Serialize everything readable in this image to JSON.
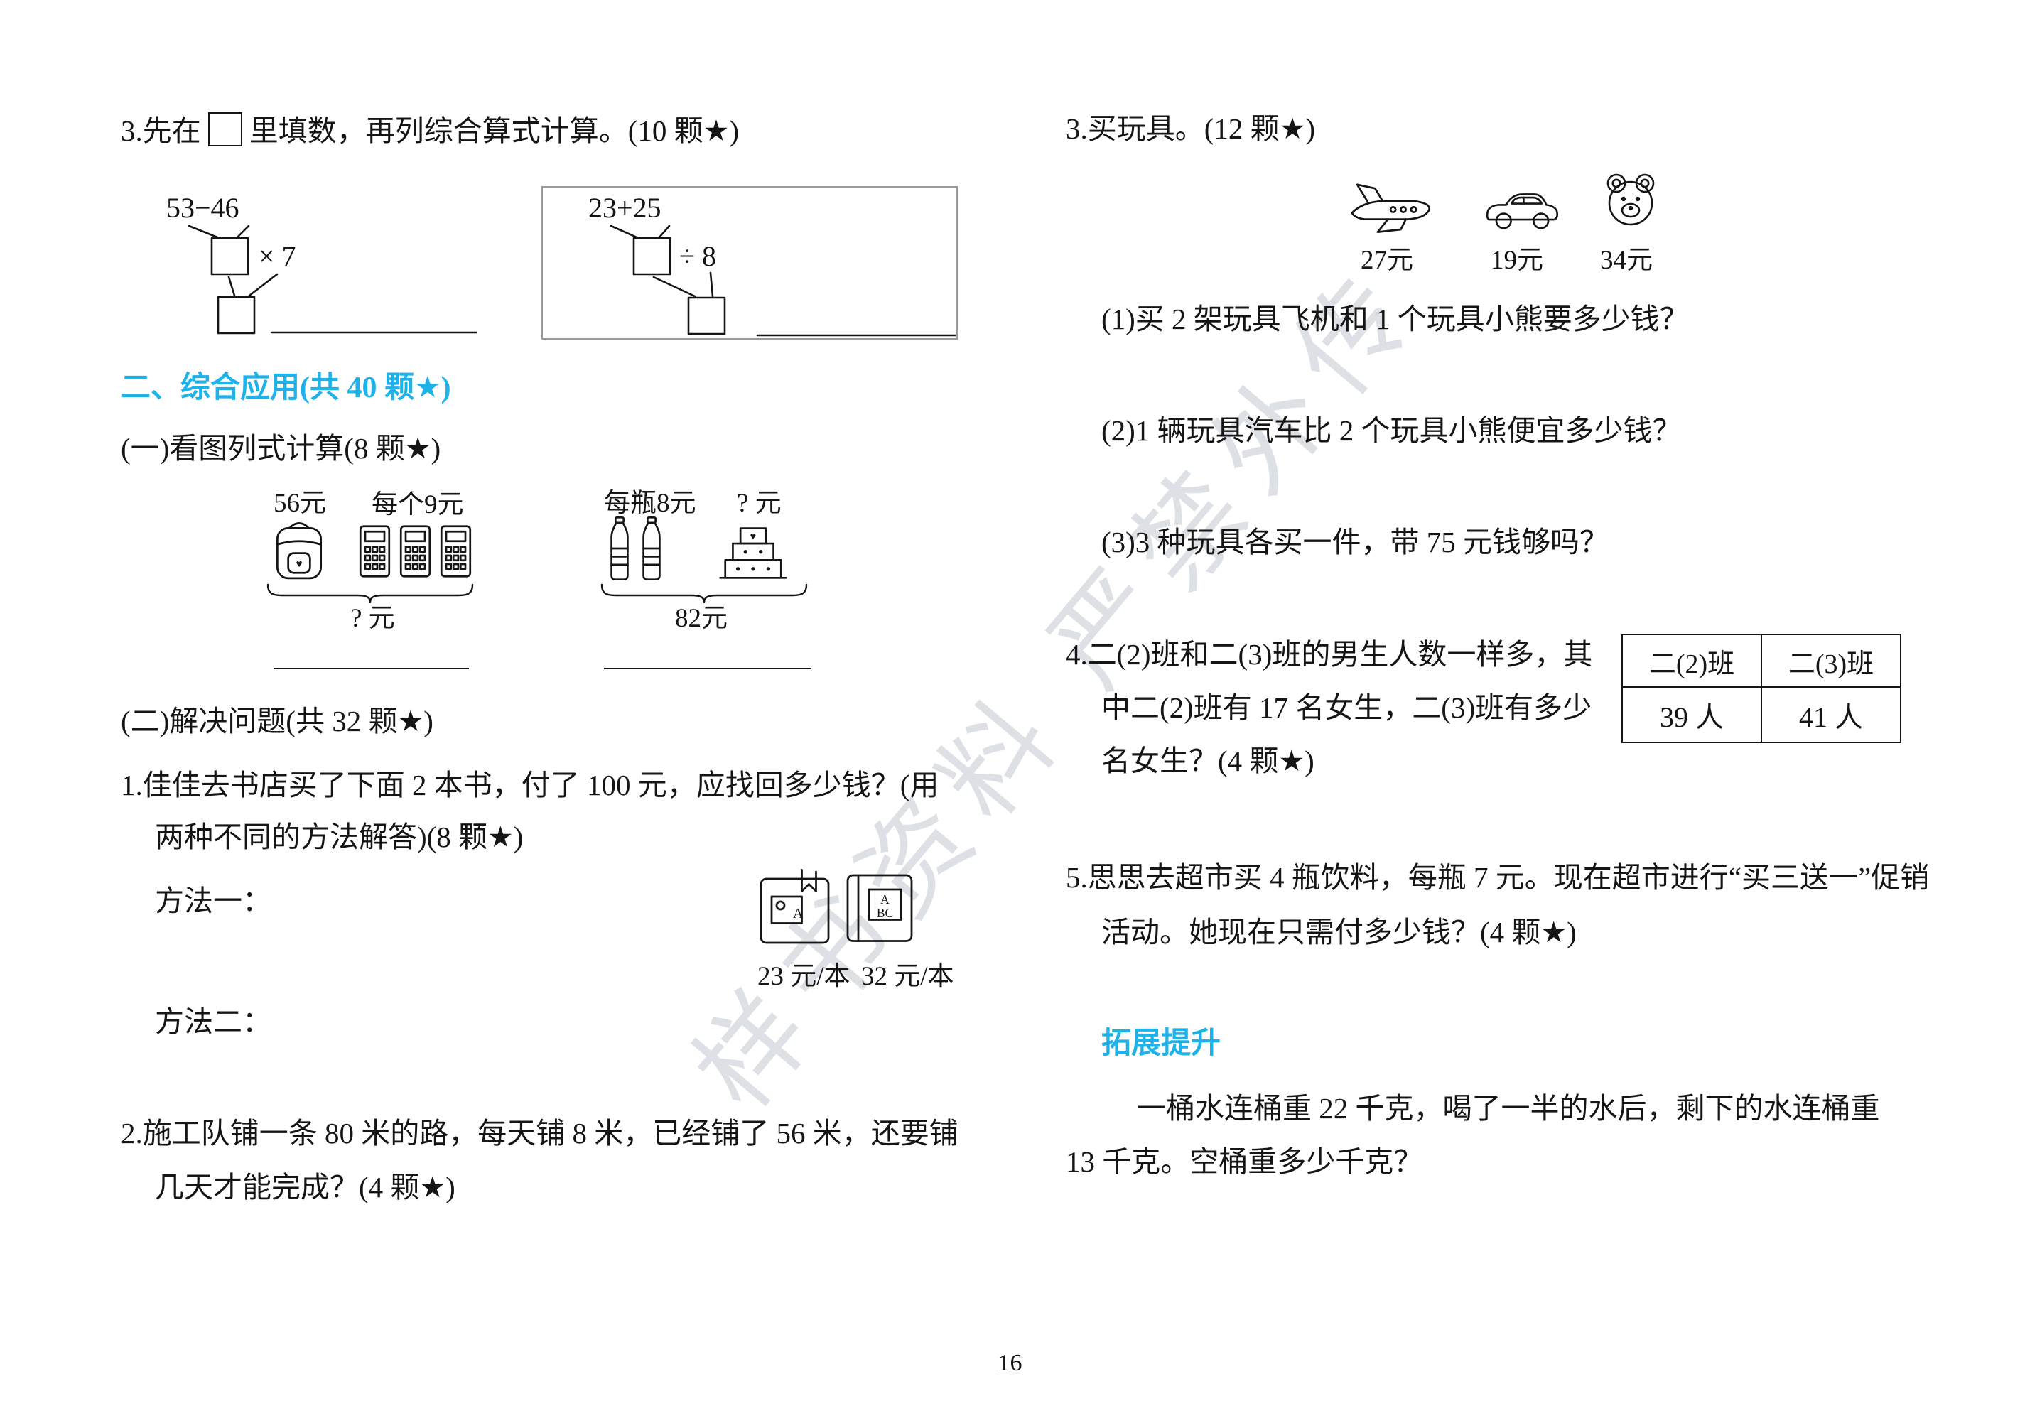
{
  "colors": {
    "accent": "#1fb2e8",
    "ink": "#151515",
    "watermark": "#ccd2d9"
  },
  "page": {
    "number": "16",
    "watermark": "样书资料 严禁外传"
  },
  "left": {
    "q3": {
      "prefix": "3.先在",
      "suffix": "里填数，再列综合算式计算。(10 颗★)",
      "d1": {
        "top": "53−46",
        "op": "× 7"
      },
      "d2": {
        "top": "23+25",
        "op": "÷ 8"
      }
    },
    "section": "二、综合应用(共 40 颗★)",
    "part1": {
      "title": "(一)看图列式计算(8 颗★)",
      "fig1": {
        "label1": "56元",
        "label2": "每个9元",
        "under": "? 元"
      },
      "fig2": {
        "label1": "每瓶8元",
        "label2": "? 元",
        "under": "82元"
      }
    },
    "part2": {
      "title": "(二)解决问题(共 32 颗★)",
      "q1": {
        "lines": [
          "1.佳佳去书店买了下面 2 本书，付了 100 元，应找回多少钱？(用",
          "两种不同的方法解答)(8 颗★)"
        ],
        "method1": "方法一：",
        "method2": "方法二：",
        "price1": "23 元/本",
        "price2": "32 元/本"
      },
      "q2": {
        "lines": [
          "2.施工队铺一条 80 米的路，每天铺 8 米，已经铺了 56 米，还要铺",
          "几天才能完成？(4 颗★)"
        ]
      }
    }
  },
  "right": {
    "q3": {
      "title": "3.买玩具。(12 颗★)",
      "prices": [
        "27元",
        "19元",
        "34元"
      ],
      "subs": [
        "(1)买 2 架玩具飞机和 1 个玩具小熊要多少钱？",
        "(2)1 辆玩具汽车比 2 个玩具小熊便宜多少钱？",
        "(3)3 种玩具各买一件，带 75 元钱够吗？"
      ]
    },
    "q4": {
      "lines": [
        "4.二(2)班和二(3)班的男生人数一样多，其",
        "中二(2)班有 17 名女生，二(3)班有多少",
        "名女生？(4 颗★)"
      ],
      "table": {
        "headers": [
          "二(2)班",
          "二(3)班"
        ],
        "values": [
          "39 人",
          "41 人"
        ]
      }
    },
    "q5": {
      "lines": [
        "5.思思去超市买 4 瓶饮料，每瓶 7 元。现在超市进行“买三送一”促销",
        "活动。她现在只需付多少钱？(4 颗★)"
      ]
    },
    "ext": {
      "title": "拓展提升",
      "lines": [
        "一桶水连桶重 22 千克，喝了一半的水后，剩下的水连桶重",
        "13 千克。空桶重多少千克？"
      ]
    }
  }
}
